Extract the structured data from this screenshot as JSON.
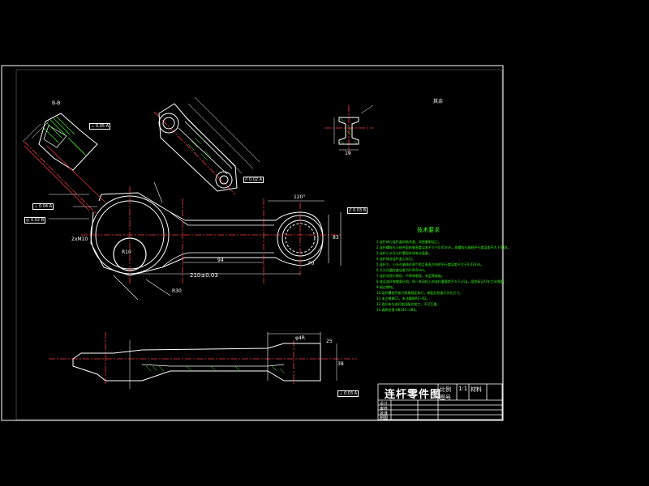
{
  "title_block": {
    "drawing_name": "连杆零件图",
    "scale_label": "比例",
    "scale_value": "1:1",
    "material_label": "材料",
    "sheet_label": "图号",
    "row_designer": "设计",
    "row_checker": "审核",
    "row_approver": "批准",
    "row_drawn": "制图"
  },
  "section_label": "B-B",
  "roughness_label": "其余",
  "dimensions": {
    "center_distance": "210±0.03",
    "d_94": "94",
    "d_120": "120°",
    "d_r30": "R30",
    "d_r10": "R10",
    "d_phi4r": "φ4R",
    "d_25": "25",
    "d_19": "19",
    "d_2xm10": "2xM10",
    "d_83": "83",
    "d_p0": "P0",
    "d_38": "38"
  },
  "tolerance_frames": [
    "⊥ 0.05 A",
    "◎ 0.02 B",
    "// 0.03 B",
    "⊥ 0.04 A",
    "// 0.02 A",
    "⊥ 0.03 A"
  ],
  "technical_requirements": {
    "title": "技术要求",
    "lines": [
      "1.连杆体与连杆盖的结合面，须经磨削加工。",
      "2.连杆螺栓孔与结合面的垂直度误差不大于0.05mm，两螺栓孔轴线平行度误差不大于0.04。",
      "3.连杆小头孔与衬套配合须有过盈量。",
      "4.连杆体及连杆盖上标记。",
      "5.连杆大、小头孔轴线在两个相互垂直方向的平行度误差不大于0.03mm。",
      "6.大头孔圆柱度误差为0.005mm。",
      "7.连杆须进行探伤，不得有裂纹、夹层等缺陷。",
      "8.成品连杆按重量分组，同一发动机上的连杆重量差不大于±5g，组别标记打在大头侧面。",
      "9.锐边倒钝。",
      "10.连杆螺栓拧紧力矩按规定执行，装配后检查大头孔尺寸。",
      "11.未注倒角C1，未注圆角R1~R2。",
      "12.连杆体与连杆盖须配对加工，不可互换。",
      "13.调质处理 HB241~286。"
    ]
  }
}
